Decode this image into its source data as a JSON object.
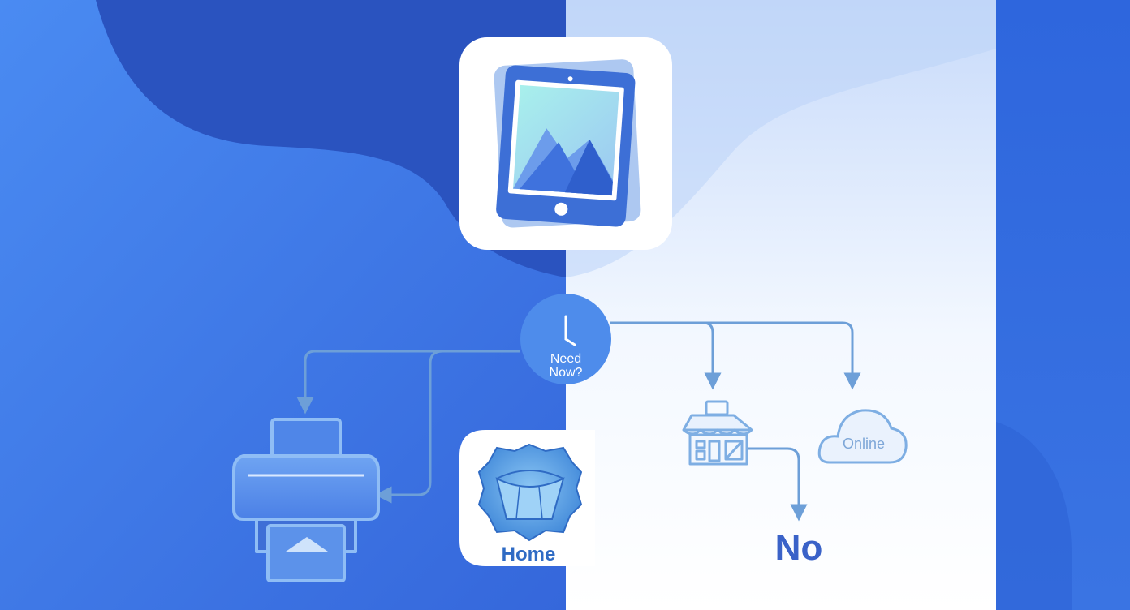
{
  "diagram": {
    "decision_node": {
      "icon": "clock-icon",
      "label_line1": "Need",
      "label_line2": "Now?"
    },
    "top_card": {
      "icon": "tablet-photo-icon"
    },
    "home_card": {
      "icon": "crystal-shield-icon",
      "label": "Home"
    },
    "printer": {
      "icon": "printer-icon"
    },
    "store": {
      "icon": "storefront-icon"
    },
    "online": {
      "icon": "cloud-icon",
      "label": "Online"
    },
    "no_label": "No"
  },
  "colors": {
    "left_bg": "#3F7BE6",
    "left_dark_blob": "#2A55C2",
    "right_bg": "#FFFFFF",
    "right_light_tint": "#CFE0FB",
    "far_right_band": "#3670E0",
    "connector": "#6D9FD8",
    "node_fill": "#4E8CEB",
    "no_text": "#3A62C8"
  }
}
